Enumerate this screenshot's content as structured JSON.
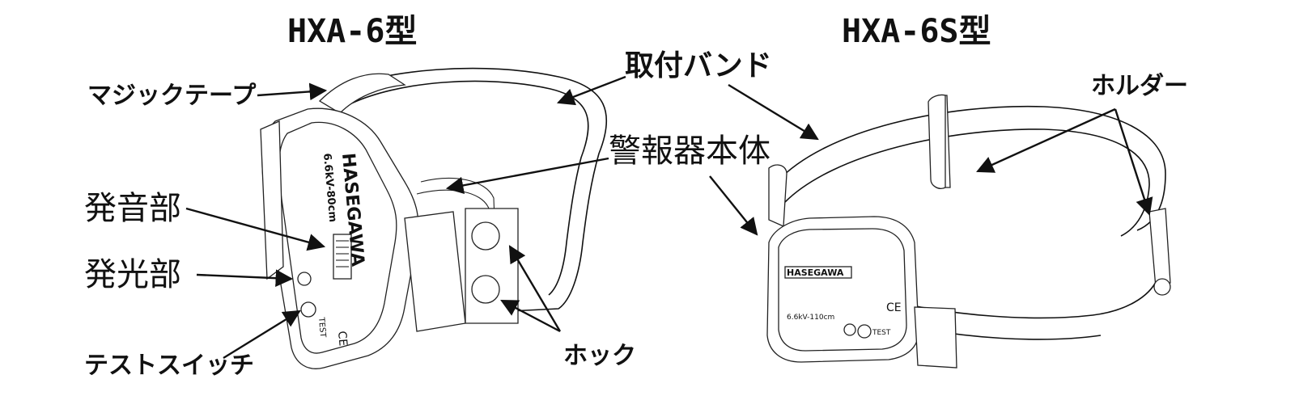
{
  "titles": {
    "left": "HXA-6型",
    "right": "HXA-6S型"
  },
  "labels": {
    "magic_tape": "マジックテープ",
    "mount_band": "取付バンド",
    "alarm_body": "警報器本体",
    "sound_part": "発音部",
    "light_part": "発光部",
    "test_switch": "テストスイッチ",
    "hook": "ホック",
    "holder": "ホルダー"
  },
  "device_markings": {
    "brand": "HASEGAWA",
    "spec_left": "6.6kV-80cm",
    "spec_right": "6.6kV-110cm",
    "test": "TEST",
    "ce": "CE"
  }
}
